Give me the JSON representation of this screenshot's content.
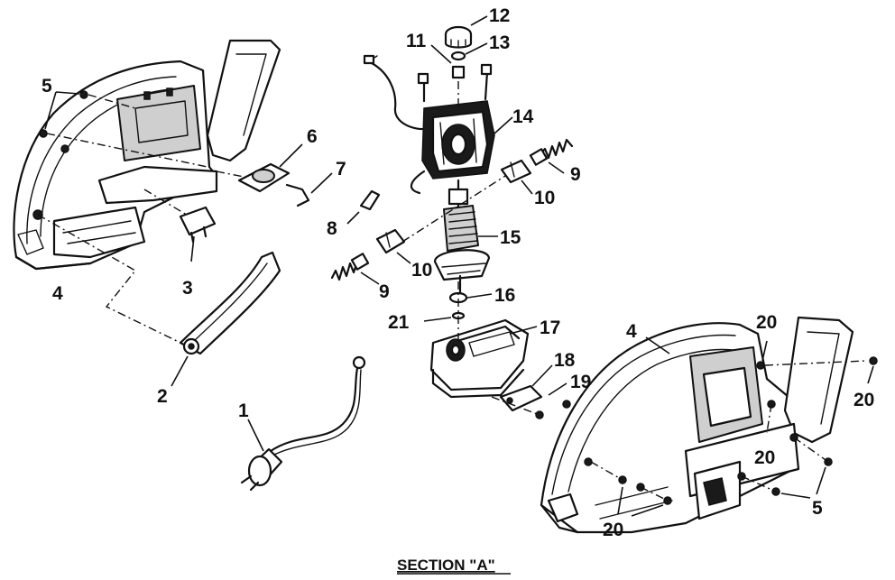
{
  "diagram": {
    "caption": "SECTION \"A\"",
    "callouts": {
      "c1": "1",
      "c2": "2",
      "c3": "3",
      "c4_left": "4",
      "c4_right": "4",
      "c5_left": "5",
      "c5_right": "5",
      "c6": "6",
      "c7": "7",
      "c8": "8",
      "c9_upper": "9",
      "c9_lower": "9",
      "c10_upper": "10",
      "c10_lower": "10",
      "c11": "11",
      "c12": "12",
      "c13": "13",
      "c14": "14",
      "c15": "15",
      "c16": "16",
      "c17": "17",
      "c18": "18",
      "c19": "19",
      "c20_a": "20",
      "c20_b": "20",
      "c20_c": "20",
      "c20_d": "20",
      "c21": "21"
    }
  }
}
